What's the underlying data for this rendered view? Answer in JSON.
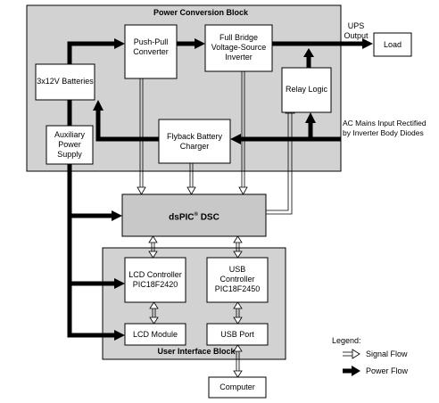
{
  "regions": {
    "power_conversion": "Power Conversion Block",
    "user_interface": "User Interface Block"
  },
  "blocks": {
    "batteries": "3x12V Batteries",
    "push_pull": "Push-Pull\nConverter",
    "inverter": "Full Bridge\nVoltage-Source\nInverter",
    "relay_logic": "Relay Logic",
    "aux_supply": "Auxiliary\nPower\nSupply",
    "flyback": "Flyback Battery\nCharger",
    "dsc_name": "dsPIC",
    "dsc_sup": "®",
    "dsc_suffix": " DSC",
    "lcd_controller": "LCD Controller\nPIC18F2420",
    "usb_controller": "USB\nController\nPIC18F2450",
    "lcd_module": "LCD Module",
    "usb_port": "USB Port",
    "load": "Load",
    "computer": "Computer"
  },
  "annotations": {
    "ups_output": "UPS\nOutput",
    "ac_mains": "AC Mains Input Rectified\nby Inverter Body Diodes"
  },
  "legend": {
    "title": "Legend:",
    "signal": "Signal Flow",
    "power": "Power Flow"
  }
}
